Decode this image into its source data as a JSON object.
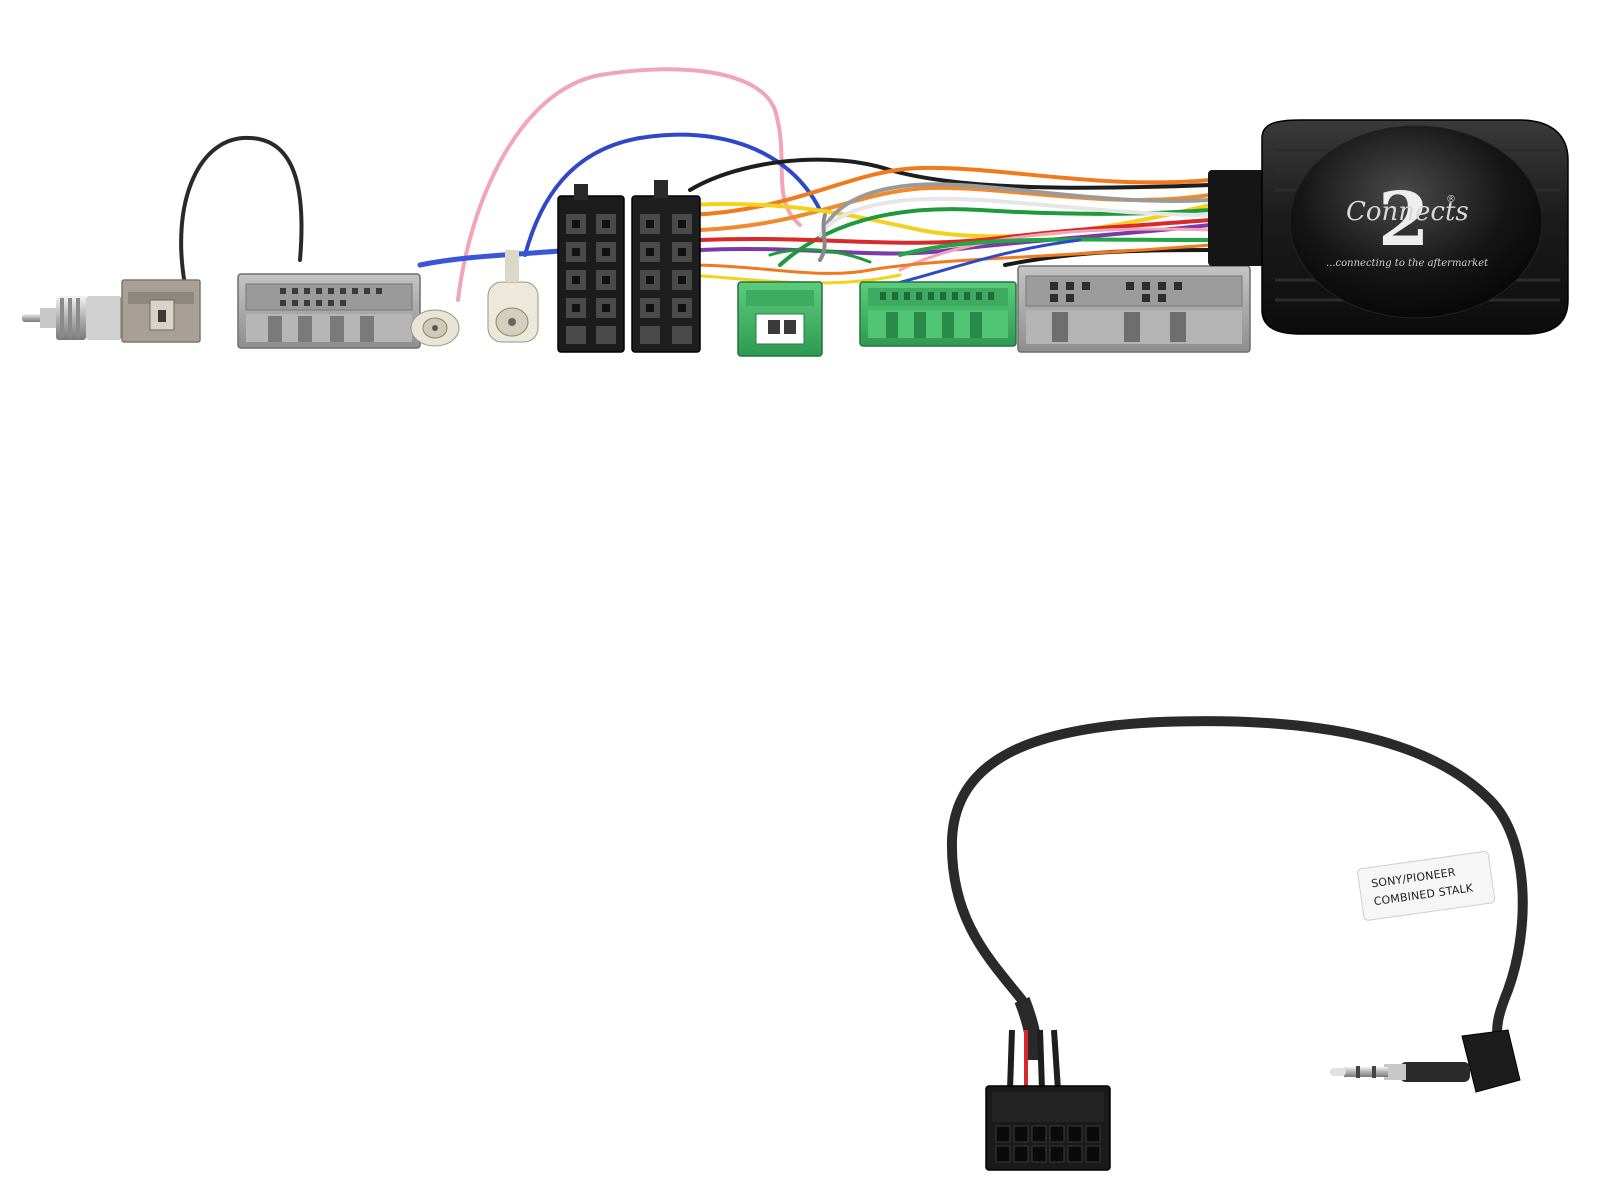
{
  "module": {
    "brand_wordmark": "Connects",
    "brand_numeral": "2",
    "brand_registered": "®",
    "brand_tagline": "...connecting to the aftermarket"
  },
  "patch_lead": {
    "label_line_1": "SONY/PIONEER",
    "label_line_2": "COMBINED STALK"
  },
  "colors": {
    "wire_black": "#1e1e1e",
    "wire_pink": "#f2a5b8",
    "wire_blue": "#2f48c8",
    "wire_orange": "#f07a1e",
    "wire_green": "#1e9a3c",
    "wire_yellow": "#f2d21e",
    "wire_purple": "#7a3aa8",
    "wire_grey": "#9a9a9a",
    "wire_white": "#eeeeee",
    "wire_red": "#d82a2a",
    "connector_grey": "#a8a8a8",
    "connector_green": "#43b968",
    "connector_black": "#1c1c1c",
    "module_body": "#1a1a1a"
  }
}
